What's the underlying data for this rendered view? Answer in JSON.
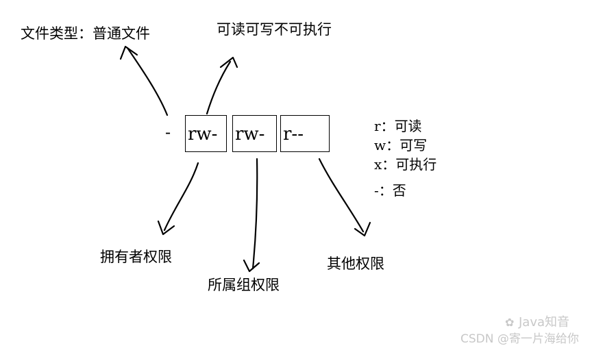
{
  "labels": {
    "file_type": "文件类型：普通文件",
    "owner_perm_desc": "可读可写不可执行",
    "owner": "拥有者权限",
    "group": "所属组权限",
    "other": "其他权限"
  },
  "permission": {
    "type_char": "-",
    "owner_bits": "rw-",
    "group_bits": "rw-",
    "other_bits": "r--"
  },
  "legend": [
    {
      "key": "r：",
      "value": "可读"
    },
    {
      "key": "w：",
      "value": "可写"
    },
    {
      "key": "x：",
      "value": "可执行"
    },
    {
      "key": "-：",
      "value": "否"
    }
  ],
  "watermark": {
    "line1": "Java知音",
    "line2": "CSDN @寄一片海给你"
  }
}
